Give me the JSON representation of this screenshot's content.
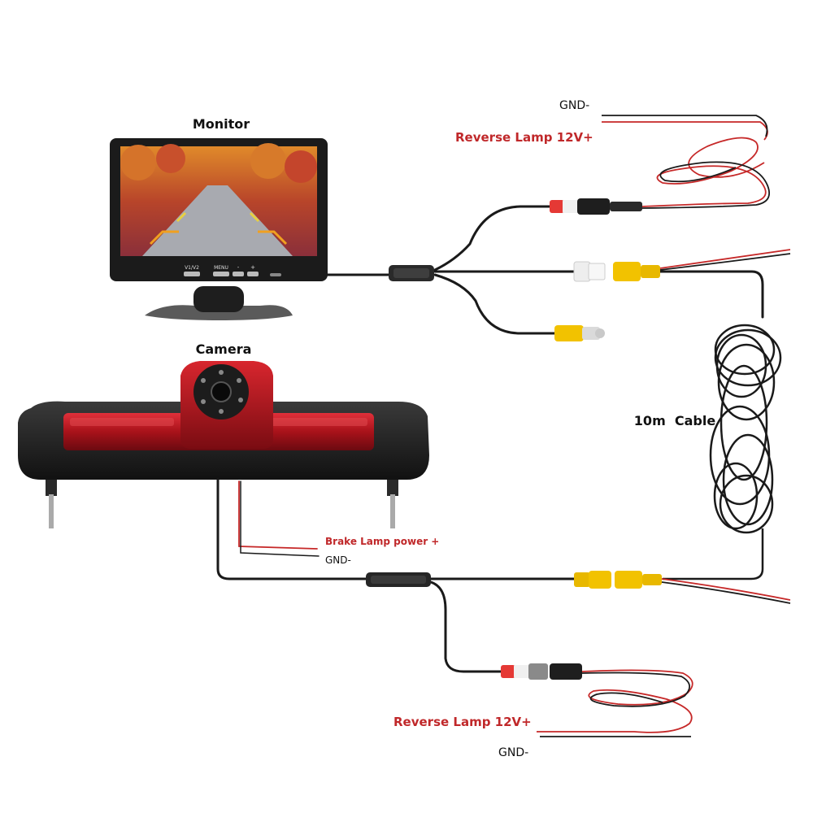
{
  "labels": {
    "monitor": "Monitor",
    "camera": "Camera",
    "cable": "10m  Cable",
    "gnd_top": "GND-",
    "reverse_top": "Reverse Lamp 12V+",
    "brake": "Brake Lamp power +",
    "gnd_brake": "GND-",
    "reverse_bottom": "Reverse Lamp 12V+",
    "gnd_bottom": "GND-"
  },
  "monitor_buttons": {
    "v": "V1/V2",
    "menu": "MENU",
    "minus": "-",
    "plus": "+"
  },
  "colors": {
    "label_red": "#c0282a",
    "label_black": "#111111",
    "wire_black": "#1a1a1a",
    "wire_red": "#c62828",
    "rca_yellow": "#f2c200",
    "rca_white": "#eeeeee",
    "rca_red": "#e53935",
    "lens_red": "#b3161b"
  }
}
